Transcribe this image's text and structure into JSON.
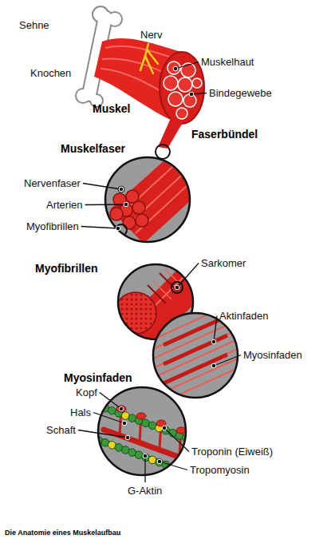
{
  "diagram": {
    "caption": "Die Anatomie eines Muskelaufbau",
    "labels": [
      "Sehne",
      "Nerv",
      "Knochen",
      "Muskelhaut",
      "Bindegewebe",
      "Muskel",
      "Faserbündel",
      "Muskelfaser",
      "Nervenfaser",
      "Arterien",
      "Myofibrillen",
      "Myofibrillen",
      "Sarkomer",
      "Aktinfaden",
      "Myosinfaden",
      "Myosinfaden",
      "Kopf",
      "Hals",
      "Schaft",
      "Troponin (Eiweiß)",
      "Tropomyosin",
      "G-Aktin"
    ]
  }
}
